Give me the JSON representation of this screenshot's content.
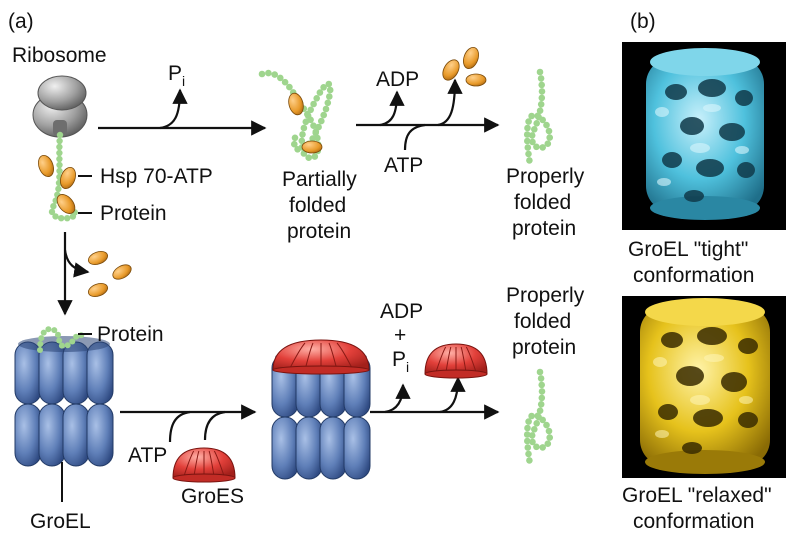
{
  "panel_a_label": "(a)",
  "panel_b_label": "(b)",
  "top": {
    "ribosome": "Ribosome",
    "hsp70": "Hsp 70-ATP",
    "protein": "Protein",
    "pi_main": "P",
    "pi_sub": "i",
    "partially": [
      "Partially",
      "folded",
      "protein"
    ],
    "adp": "ADP",
    "atp": "ATP",
    "properly": [
      "Properly",
      "folded",
      "protein"
    ]
  },
  "bottom": {
    "protein": "Protein",
    "groel": "GroEL",
    "atp": "ATP",
    "groes": "GroES",
    "adp": "ADP",
    "plus": "+",
    "pi_main": "P",
    "pi_sub": "i",
    "properly": [
      "Properly",
      "folded",
      "protein"
    ]
  },
  "panel_b": {
    "tight": [
      "GroEL \"tight\"",
      "conformation"
    ],
    "relaxed": [
      "GroEL \"relaxed\"",
      "conformation"
    ]
  },
  "colors": {
    "chain_bead": "#9fd58e",
    "hsp70": "#e89a2a",
    "groel_blue": "#5f7fb8",
    "groes_red": "#e2403a",
    "ribosome_gray": "#9e9e9e",
    "tight_cyan": "#4fc1dd",
    "relaxed_yellow": "#e6c21c"
  }
}
